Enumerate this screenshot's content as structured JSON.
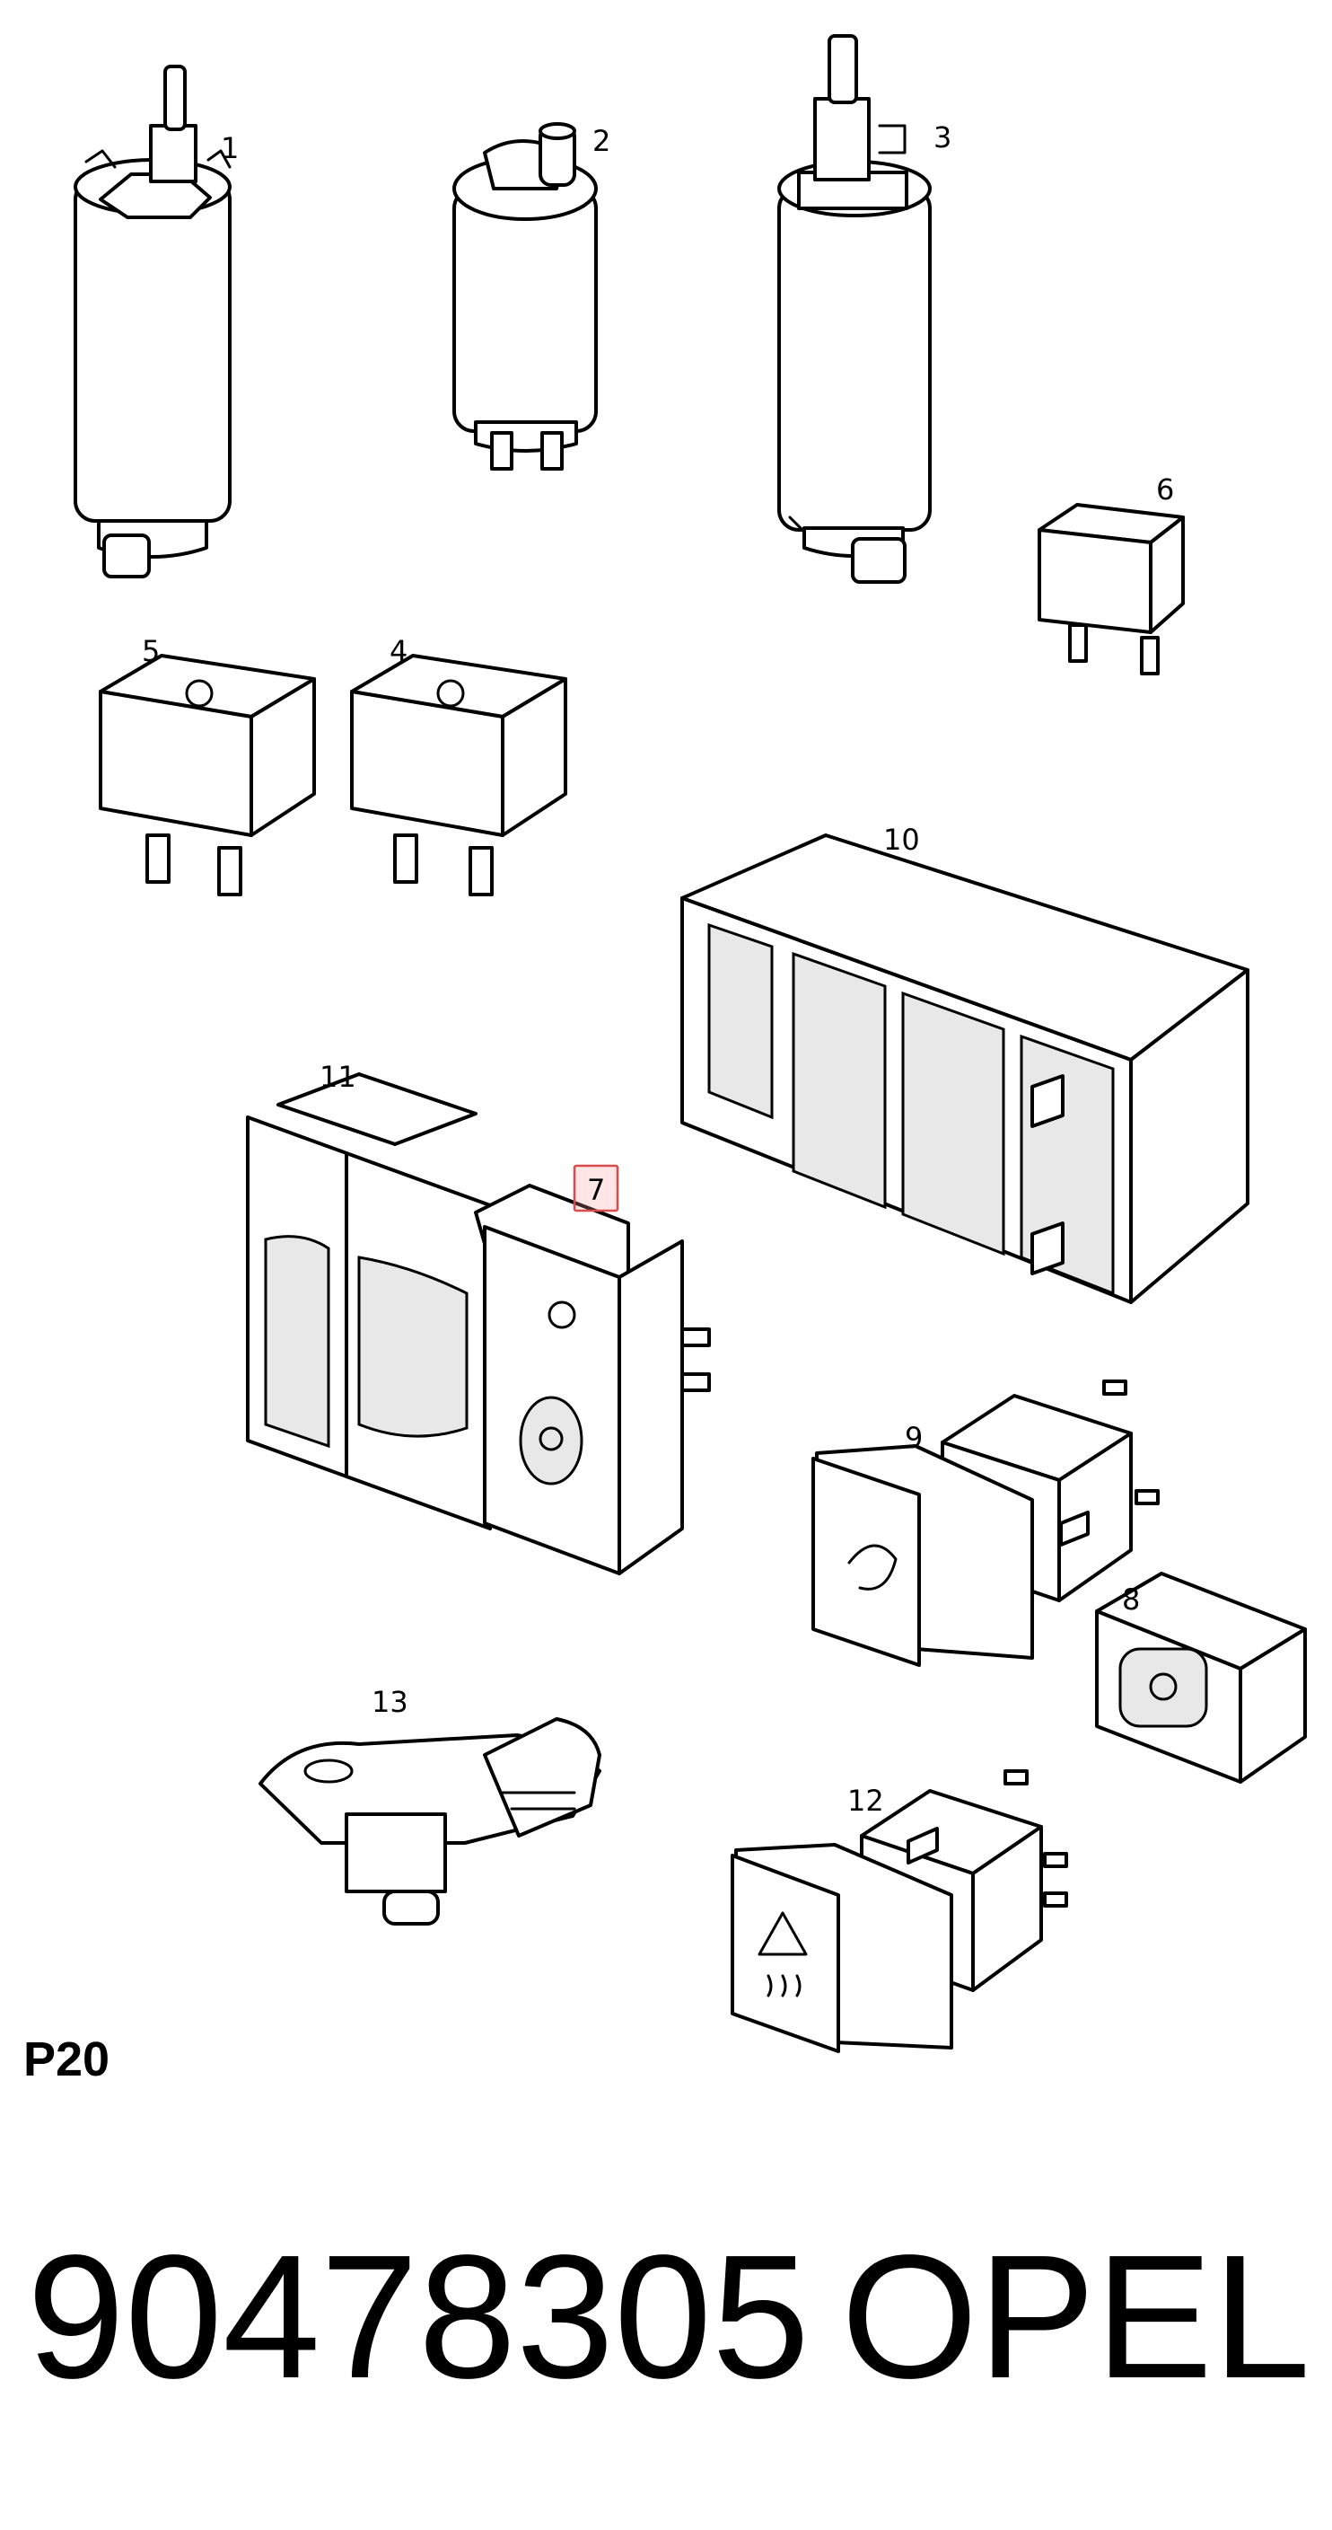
{
  "callouts": [
    "1",
    "2",
    "3",
    "4",
    "5",
    "6",
    "7",
    "8",
    "9",
    "10",
    "11",
    "12",
    "13"
  ],
  "highlighted_callout": "7",
  "page_code": "P20",
  "footer": {
    "part_number": "90478305",
    "brand": "OPEL"
  },
  "colors": {
    "highlight_fill": "#ffdede",
    "highlight_stroke": "#d94c4c",
    "line": "#000000"
  }
}
